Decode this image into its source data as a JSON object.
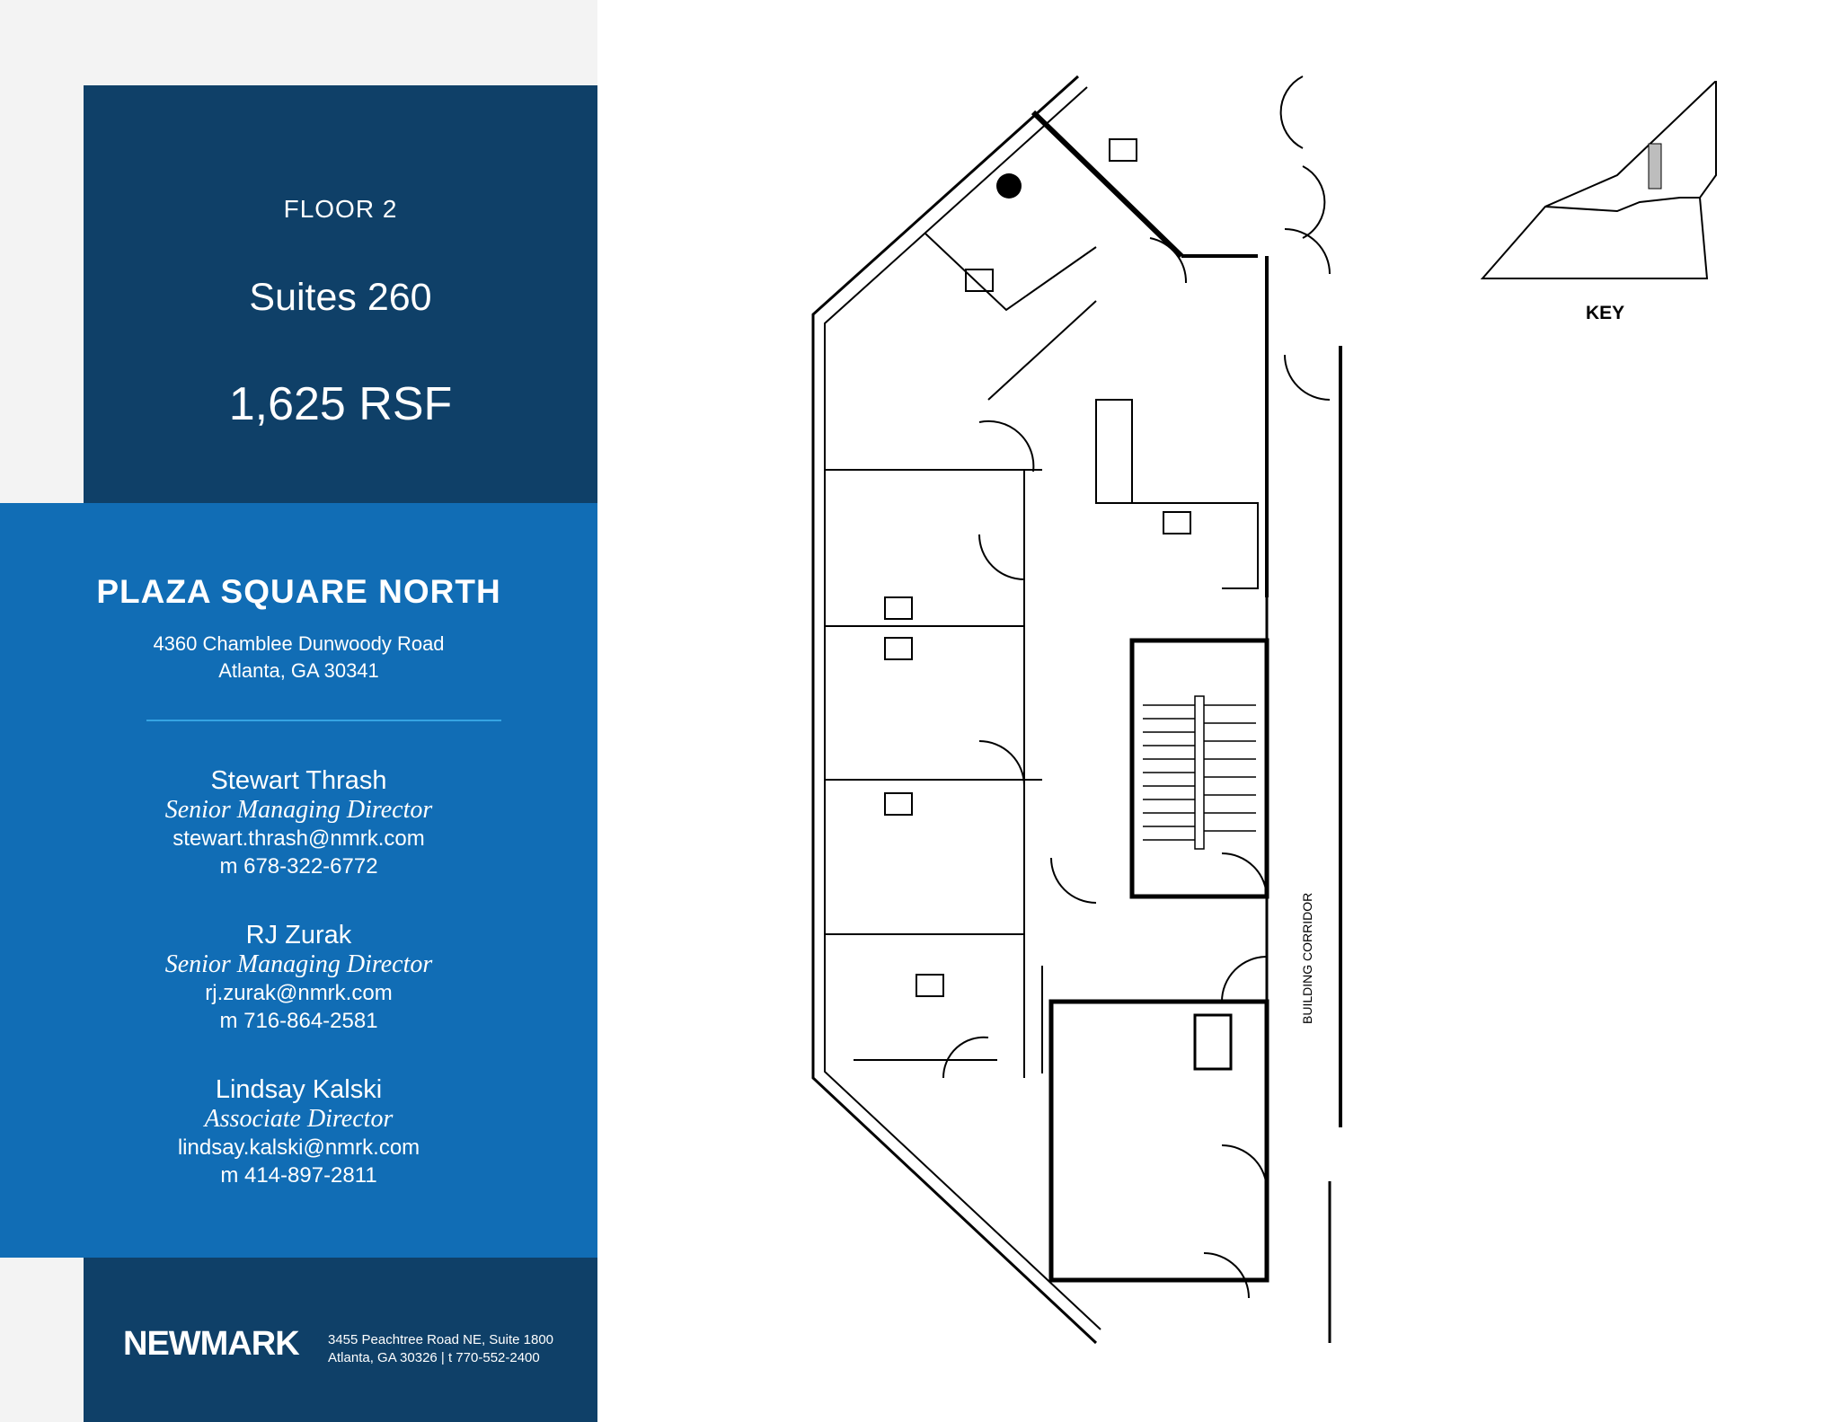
{
  "floor_info": {
    "floor": "FLOOR 2",
    "suite": "Suites 260",
    "rsf": "1,625 RSF"
  },
  "property": {
    "name": "PLAZA SQUARE NORTH",
    "address_line1": "4360 Chamblee Dunwoody Road",
    "address_line2": "Atlanta, GA 30341"
  },
  "contacts": [
    {
      "name": "Stewart Thrash",
      "title": "Senior Managing Director",
      "email": "stewart.thrash@nmrk.com",
      "phone": "m 678-322-6772"
    },
    {
      "name": "RJ Zurak",
      "title": "Senior Managing Director",
      "email": "rj.zurak@nmrk.com",
      "phone": "m 716-864-2581"
    },
    {
      "name": "Lindsay Kalski",
      "title": "Associate Director",
      "email": "lindsay.kalski@nmrk.com",
      "phone": "m 414-897-2811"
    }
  ],
  "footer": {
    "logo": "NEWMARK",
    "address_line1": "3455 Peachtree Road NE, Suite 1800",
    "address_line2": "Atlanta, GA 30326  |  t 770-552-2400"
  },
  "floorplan": {
    "corridor_label": "BUILDING CORRIDOR",
    "key_label": "KEY"
  },
  "colors": {
    "dark_blue": "#0f4068",
    "mid_blue": "#116db5",
    "divider": "#35a4e3"
  }
}
